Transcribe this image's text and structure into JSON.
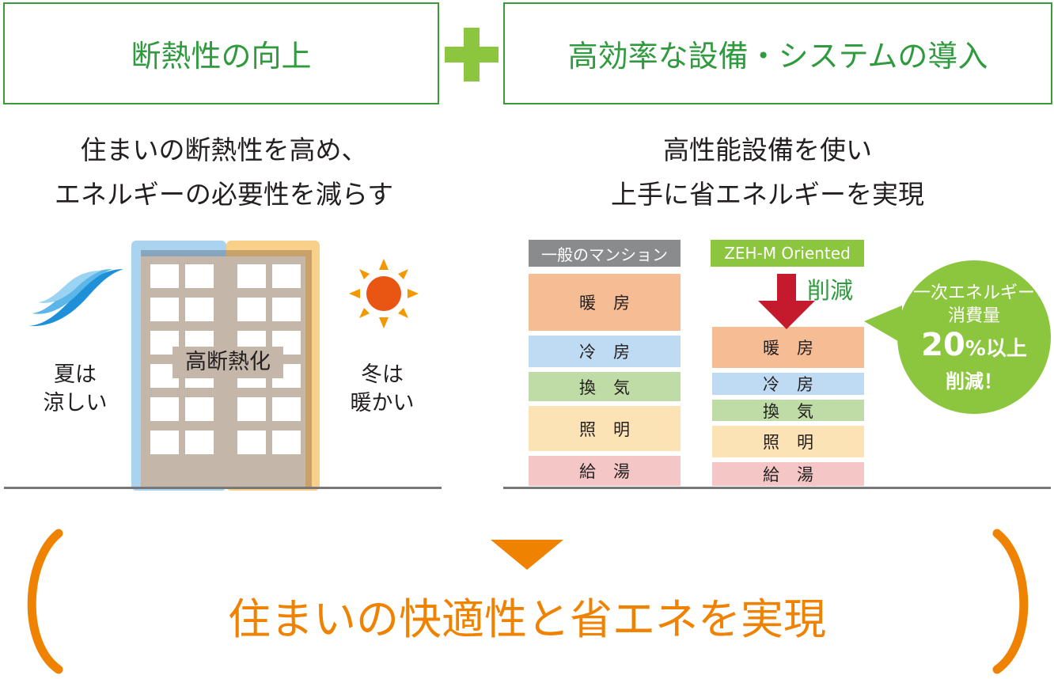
{
  "header": {
    "left_title": "断熱性の向上",
    "right_title": "高効率な設備・システムの導入"
  },
  "left_panel": {
    "subtitle_line1": "住まいの断熱性を高め、",
    "subtitle_line2": "エネルギーの必要性を減らす",
    "building_label": "高断熱化",
    "summer_line1": "夏は",
    "summer_line2": "涼しい",
    "winter_line1": "冬は",
    "winter_line2": "暖かい"
  },
  "right_panel": {
    "subtitle_line1": "高性能設備を使い",
    "subtitle_line2": "上手に省エネルギーを実現",
    "reduction_label": "削減",
    "bubble": {
      "line1": "一次エネルギー",
      "line2": "消費量",
      "percent": "20",
      "percent_suffix": "%以上",
      "line4": "削減！"
    }
  },
  "chart_data": {
    "type": "bar",
    "stacked": true,
    "series": [
      {
        "name": "一般のマンション",
        "segments": [
          {
            "label": "暖房",
            "value": 72
          },
          {
            "label": "冷房",
            "value": 40
          },
          {
            "label": "換気",
            "value": 37
          },
          {
            "label": "照明",
            "value": 57
          },
          {
            "label": "給湯",
            "value": 38
          }
        ]
      },
      {
        "name": "ZEH-M Oriented",
        "segments": [
          {
            "label": "暖房",
            "value": 52
          },
          {
            "label": "冷房",
            "value": 28
          },
          {
            "label": "換気",
            "value": 27
          },
          {
            "label": "照明",
            "value": 40
          },
          {
            "label": "給湯",
            "value": 30
          }
        ]
      }
    ],
    "segment_colors": [
      "#f6bc94",
      "#bfdaf3",
      "#bfdca6",
      "#fce3b5",
      "#f4c7c6"
    ]
  },
  "footer": {
    "result": "住まいの快適性と省エネを実現"
  },
  "colors": {
    "green": "#2f9a3e",
    "plus_green": "#8cc63e",
    "orange": "#ef8200",
    "tag_gray": "#8a8b8c",
    "tag_green": "#8cc63e",
    "arrow_red": "#c5192d",
    "sun": "#e95513",
    "wind": "#1f8fd8"
  },
  "icons": [
    "plus-icon",
    "wind-icon",
    "sun-icon",
    "down-arrow-icon",
    "triangle-down-icon"
  ]
}
